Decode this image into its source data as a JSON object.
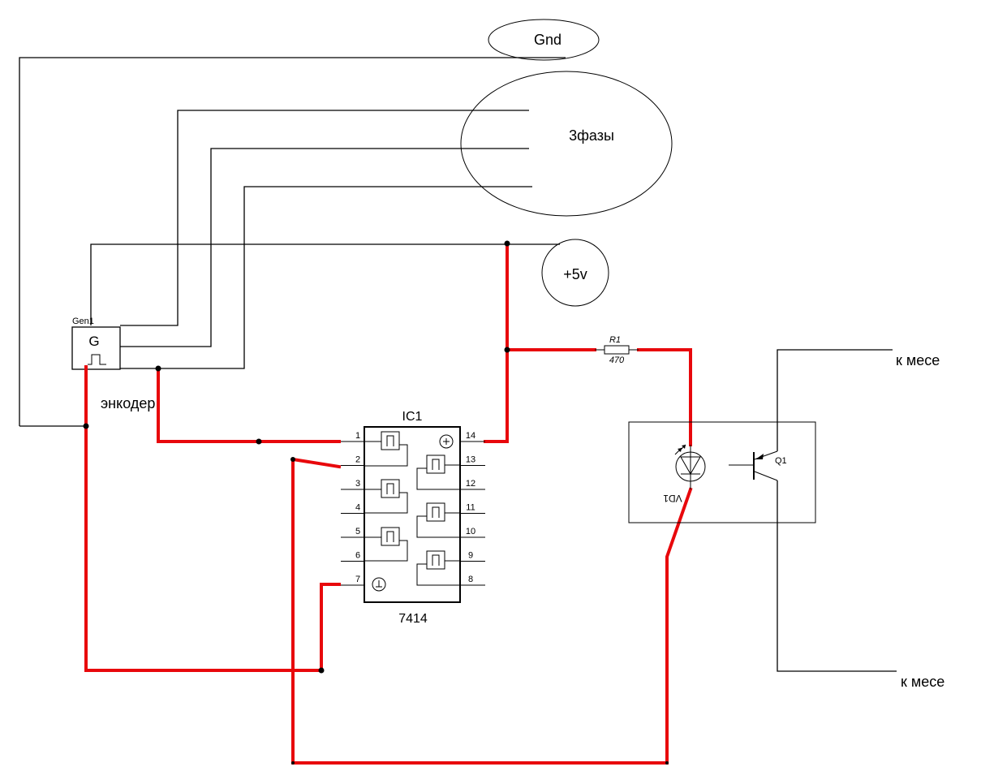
{
  "labels": {
    "gnd": "Gnd",
    "three_phase": "3фазы",
    "plus5v": "+5v",
    "gen_ref": "Gen1",
    "gen_symbol": "G",
    "encoder": "энкодер",
    "ic_ref": "IC1",
    "ic_part": "7414",
    "resistor_ref": "R1",
    "resistor_value": "470",
    "led_ref": "VD1",
    "transistor_ref": "Q1",
    "out_top": "к месе",
    "out_bottom": "к месе"
  },
  "ic_pins": {
    "left": [
      "1",
      "2",
      "3",
      "4",
      "5",
      "6",
      "7"
    ],
    "right": [
      "14",
      "13",
      "12",
      "11",
      "10",
      "9",
      "8"
    ]
  },
  "colors": {
    "wire": "#000000",
    "highlighted_wire": "#e8080c",
    "background": "#ffffff"
  }
}
